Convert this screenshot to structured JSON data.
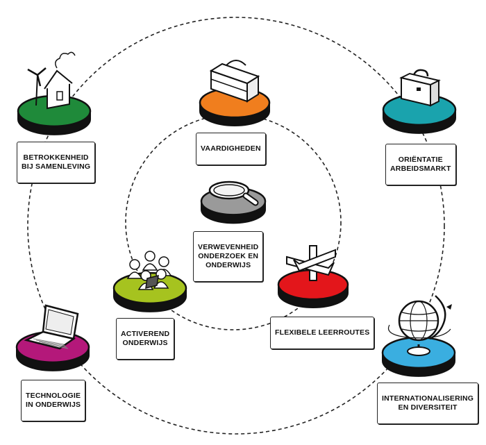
{
  "colors": {
    "green": "#1f8a3a",
    "orange": "#f07e1e",
    "teal": "#1aa3ad",
    "grey": "#9a9a9a",
    "lime": "#a6c31f",
    "red": "#e3161b",
    "magenta": "#b4187a",
    "blue": "#3aaee0",
    "outline": "#111111"
  },
  "nodes": [
    {
      "id": "samenleving",
      "color": "green",
      "icon": "house-windmill-icon",
      "label": [
        "BETROKKENHEID",
        "BIJ SAMENLEVING"
      ]
    },
    {
      "id": "vaardigheden",
      "color": "orange",
      "icon": "toolbox-icon",
      "label": [
        "VAARDIGHEDEN"
      ]
    },
    {
      "id": "arbeidsmarkt",
      "color": "teal",
      "icon": "briefcase-icon",
      "label": [
        "ORIËNTATIE",
        "ARBEIDSMARKT"
      ]
    },
    {
      "id": "onderzoek",
      "color": "grey",
      "icon": "magnifier-icon",
      "label": [
        "VERWEVENHEID",
        "ONDERZOEK EN",
        "ONDERWIJS"
      ]
    },
    {
      "id": "activerend",
      "color": "lime",
      "icon": "students-laptop-icon",
      "label": [
        "ACTIVEREND",
        "ONDERWIJS"
      ]
    },
    {
      "id": "leerroutes",
      "color": "red",
      "icon": "signpost-icon",
      "label": [
        "FLEXIBELE LEERROUTES"
      ]
    },
    {
      "id": "technologie",
      "color": "magenta",
      "icon": "laptop-icon",
      "label": [
        "TECHNOLOGIE",
        "IN ONDERWIJS"
      ]
    },
    {
      "id": "internationalisering",
      "color": "blue",
      "icon": "globe-icon",
      "label": [
        "INTERNATIONALISERING",
        "EN DIVERSITEIT"
      ]
    }
  ]
}
